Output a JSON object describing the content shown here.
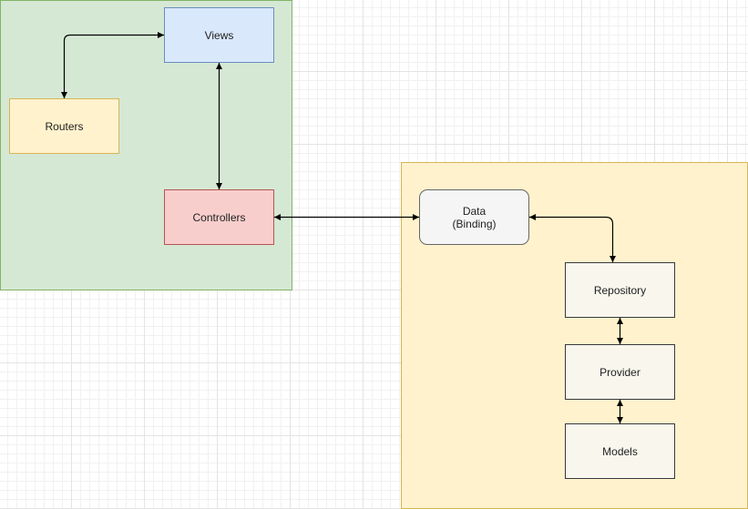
{
  "colors": {
    "green_fill": "#d5e8d4",
    "green_border": "#82b366",
    "yellow_fill": "#fff2cc",
    "yellow_border": "#d6b656",
    "views_fill": "#dae8fc",
    "views_border": "#6c8ebf",
    "controllers_fill": "#f8cecc",
    "controllers_border": "#b85450",
    "data_fill": "#f5f5f5",
    "data_border": "#666666",
    "layer_fill": "#f9f7ed",
    "layer_border": "#36393d",
    "edge": "#000000"
  },
  "nodes": {
    "views": "Views",
    "routers": "Routers",
    "controllers": "Controllers",
    "data": "Data\n(Binding)",
    "repository": "Repository",
    "provider": "Provider",
    "models": "Models"
  },
  "edges": [
    {
      "from": "views",
      "to": "routers",
      "bidirectional": true
    },
    {
      "from": "views",
      "to": "controllers",
      "bidirectional": true
    },
    {
      "from": "controllers",
      "to": "data",
      "bidirectional": true
    },
    {
      "from": "data",
      "to": "repository",
      "bidirectional": true
    },
    {
      "from": "repository",
      "to": "provider",
      "bidirectional": true
    },
    {
      "from": "provider",
      "to": "models",
      "bidirectional": true
    }
  ]
}
